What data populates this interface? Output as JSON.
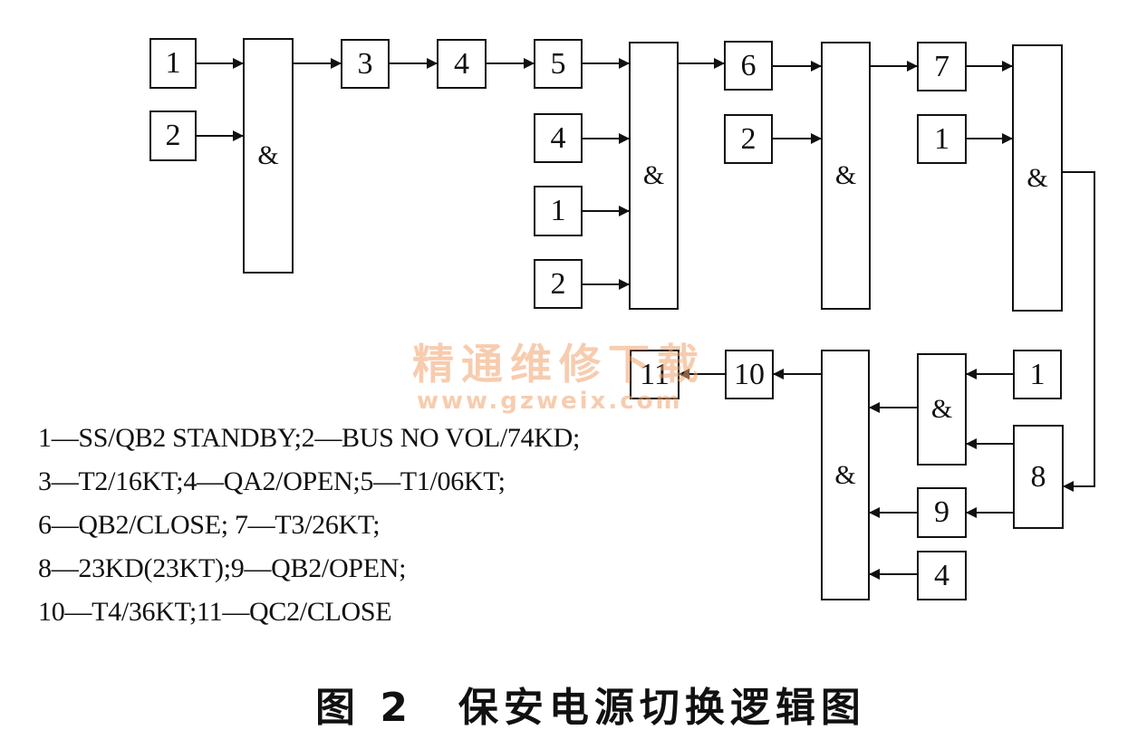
{
  "nodes": {
    "n1a": "1",
    "n2a": "2",
    "n3": "3",
    "n4a": "4",
    "n5": "5",
    "n4b": "4",
    "n1b": "1",
    "n2b": "2",
    "n6": "6",
    "n2c": "2",
    "n7": "7",
    "n1c": "1",
    "n1d": "1",
    "n8": "8",
    "n9": "9",
    "n4c": "4",
    "n10": "10",
    "n11": "11"
  },
  "gate_symbol": "&",
  "legend": [
    "1—SS/QB2 STANDBY;2—BUS NO VOL/74KD;",
    "3—T2/16KT;4—QA2/OPEN;5—T1/06KT;",
    "6—QB2/CLOSE; 7—T3/26KT;",
    "8—23KD(23KT);9—QB2/OPEN;",
    "10—T4/36KT;11—QC2/CLOSE"
  ],
  "caption": "图 2　保安电源切换逻辑图",
  "watermark": {
    "cn": "精通维修下载",
    "url": "www.gzweix.com"
  }
}
